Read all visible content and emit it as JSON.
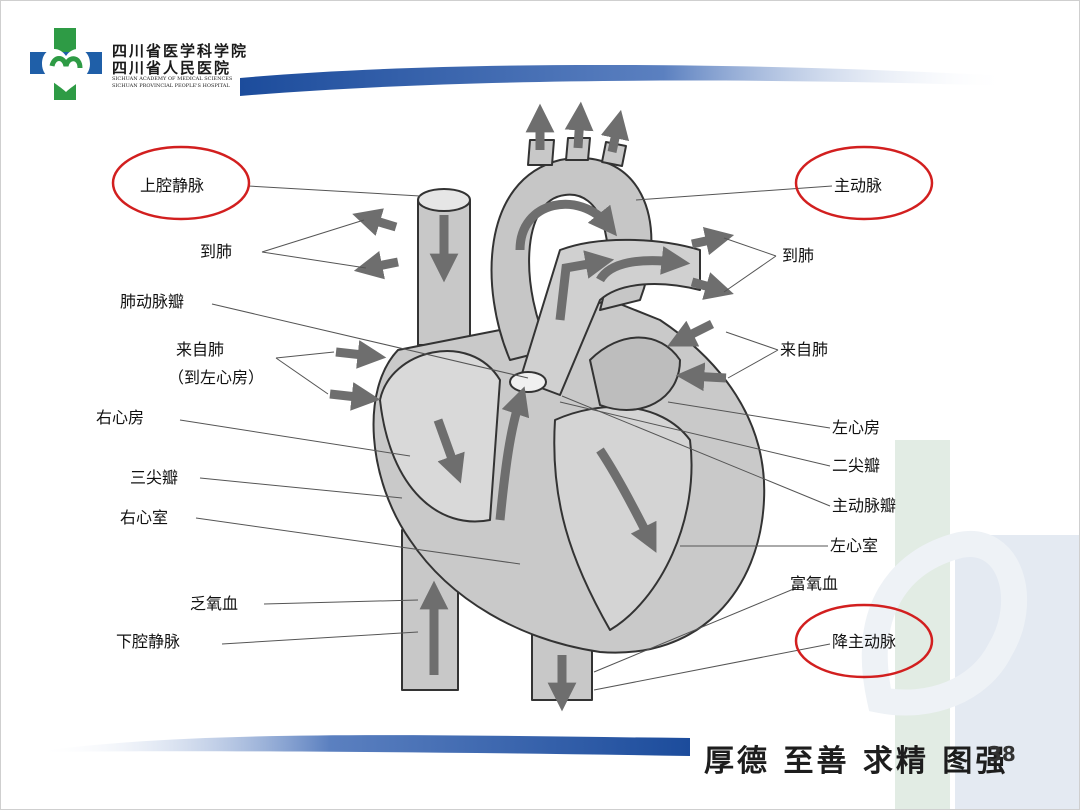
{
  "header": {
    "org_name_1": "四川省医学科学院",
    "org_name_2": "四川省人民医院",
    "org_name_en_1": "SICHUAN ACADEMY OF MEDICAL SCIENCES",
    "org_name_en_2": "SICHUAN PROVINCIAL PEOPLE'S HOSPITAL"
  },
  "diagram": {
    "labels_left": {
      "superior_vena_cava": "上腔静脉",
      "to_lung": "到肺",
      "pulmonary_valve": "肺动脉瓣",
      "from_lung": "来自肺",
      "to_left_atrium": "（到左心房）",
      "right_atrium": "右心房",
      "tricuspid_valve": "三尖瓣",
      "right_ventricle": "右心室",
      "deoxygenated_blood": "乏氧血",
      "inferior_vena_cava": "下腔静脉"
    },
    "labels_right": {
      "aorta": "主动脉",
      "to_lung": "到肺",
      "from_lung": "来自肺",
      "left_atrium": "左心房",
      "mitral_valve": "二尖瓣",
      "aortic_valve": "主动脉瓣",
      "left_ventricle": "左心室",
      "oxygenated_blood": "富氧血",
      "descending_aorta": "降主动脉"
    }
  },
  "footer": {
    "motto": "厚德 至善 求精 图强",
    "page_number": "38"
  },
  "colors": {
    "logo_green": "#2e9b45",
    "logo_blue": "#1f5fa8",
    "highlight_circle": "#d21f1f",
    "stripe_blue": "#2450a0",
    "heart_gray": "#c8c8c8",
    "arrow_gray": "#777777"
  }
}
